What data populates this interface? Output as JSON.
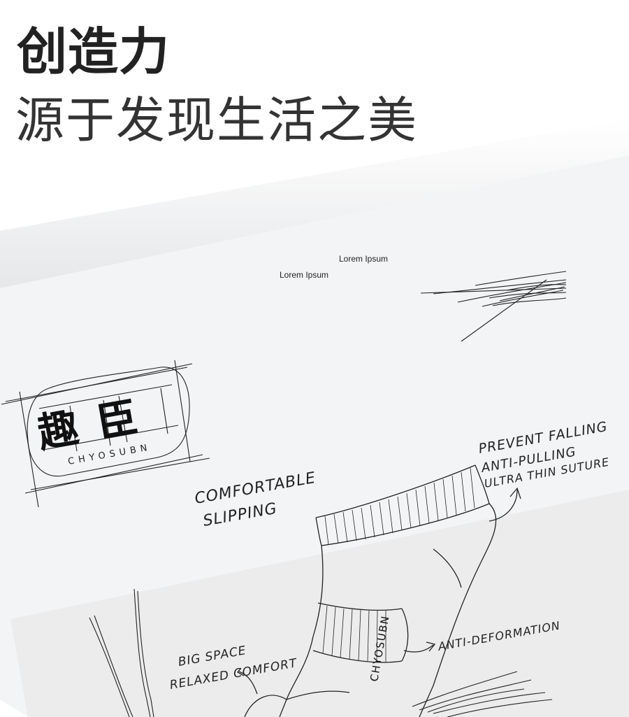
{
  "header": {
    "title": "创造力",
    "subtitle": "源于发现生活之美"
  },
  "sketch": {
    "placeholder_1": "Lorem Ipsum",
    "placeholder_2": "Lorem Ipsum",
    "logo": {
      "mark": "趣臣",
      "wordmark": "CHYOSUBN"
    },
    "notes": {
      "comfortable_line1": "COMFORTABLE",
      "comfortable_line2": "SLIPPING",
      "prevent_line1": "PREVENT FALLING",
      "prevent_line2": "ANTI-PULLING",
      "prevent_line3": "ULTRA THIN SUTURE",
      "anti_deformation": "ANTI-DEFORMATION",
      "big_space_line1": "BIG SPACE",
      "big_space_line2": "RELAXED COMFORT",
      "sock_brand": "CHYOSUBN"
    }
  }
}
